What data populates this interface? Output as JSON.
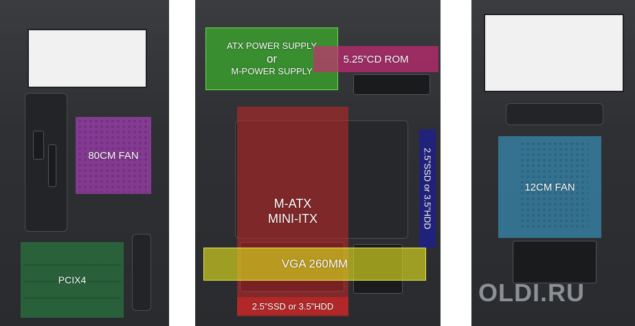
{
  "labels": {
    "fan80": "80CM FAN",
    "pci": "PCIX4",
    "psu_line1": "ATX POWER SUPPLY",
    "psu_or": "or",
    "psu_line2": "M-POWER SUPPLY",
    "cdrom": "5.25”CD ROM",
    "board_line1": "M-ATX",
    "board_line2": "MINI-ITX",
    "ssd_side": "2.5”SSD or 3.5”HDD",
    "vga": "VGA 260MM",
    "ssd_bottom": "2.5”SSD or 3.5”HDD",
    "fan120": "12CM FAN"
  },
  "watermark": "OLDI.RU",
  "overlay_colors": {
    "fan80": "#c846dc",
    "pci": "#288c46",
    "psu": "#3cc828",
    "cdrom": "#d22878",
    "board": "#c82828",
    "ssd_side": "#1e1e96",
    "vga": "#dcdc1e",
    "fan120": "#3caadc"
  }
}
